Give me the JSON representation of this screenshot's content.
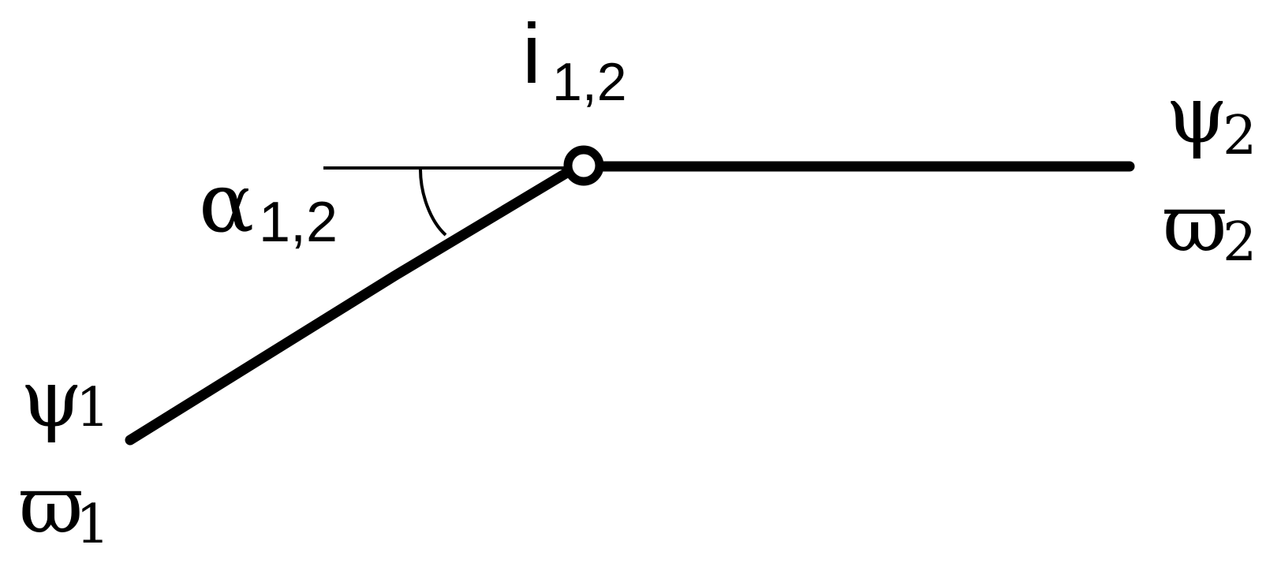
{
  "diagram": {
    "node_label": {
      "main": "i",
      "sub": "1,2"
    },
    "angle_label": {
      "main": "α",
      "sub": "1,2"
    },
    "left_end": {
      "psi": {
        "main": "ψ",
        "sub": "1"
      },
      "omega": {
        "main": "ϖ",
        "sub": "1"
      }
    },
    "right_end": {
      "psi": {
        "main": "ψ",
        "sub": "2"
      },
      "omega": {
        "main": "ϖ",
        "sub": "2"
      }
    },
    "colors": {
      "stroke": "#000000",
      "background": "#ffffff"
    }
  }
}
